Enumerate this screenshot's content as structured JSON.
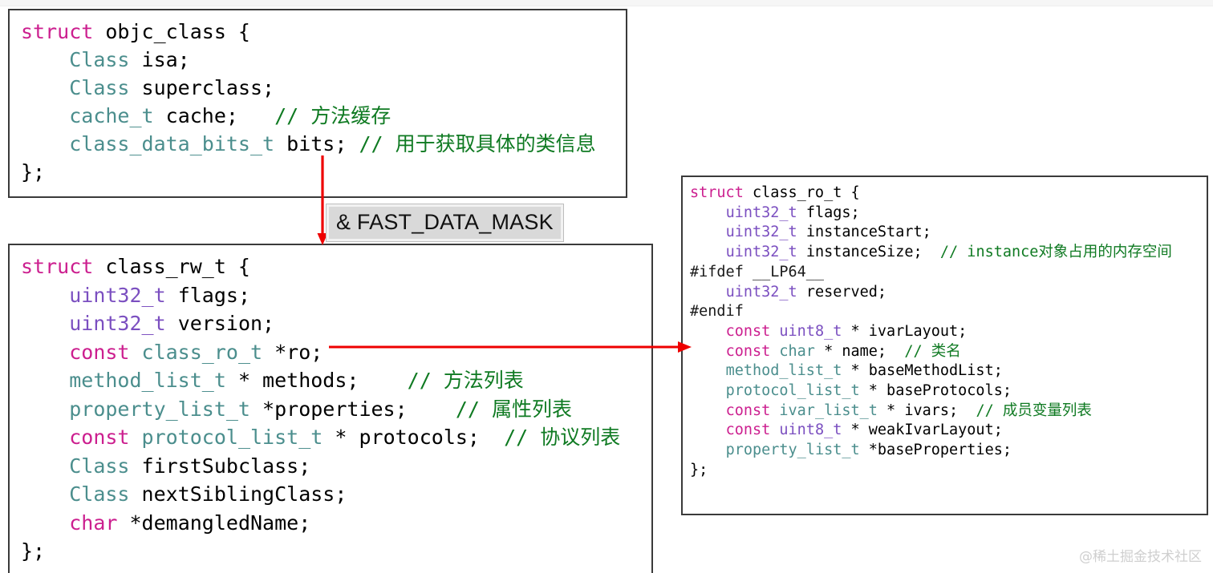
{
  "diagram": {
    "title": "objc_class / class_rw_t / class_ro_t structure relationship",
    "watermark": "@稀土掘金技术社区",
    "accent_arrow_color": "#ee0000",
    "box_border_color": "#3a3a3a",
    "colors": {
      "keyword": "#cc1f8f",
      "type": "#4b8e8d",
      "int_type": "#7b4fc0",
      "comment": "#0f7a22",
      "plain": "#000000"
    }
  },
  "mask_label": {
    "text": "& FAST_DATA_MASK",
    "background": "#d9d9d9"
  },
  "boxes": {
    "objc_class": {
      "name": "objc_class",
      "lines": [
        [
          {
            "t": "struct ",
            "c": "kw"
          },
          {
            "t": "objc_class {",
            "c": "pl"
          }
        ],
        [
          {
            "t": "    ",
            "c": "pl"
          },
          {
            "t": "Class ",
            "c": "typ"
          },
          {
            "t": "isa;",
            "c": "pl"
          }
        ],
        [
          {
            "t": "    ",
            "c": "pl"
          },
          {
            "t": "Class ",
            "c": "typ"
          },
          {
            "t": "superclass;",
            "c": "pl"
          }
        ],
        [
          {
            "t": "    ",
            "c": "pl"
          },
          {
            "t": "cache_t ",
            "c": "typ"
          },
          {
            "t": "cache;   ",
            "c": "pl"
          },
          {
            "t": "// 方法缓存",
            "c": "cm"
          }
        ],
        [
          {
            "t": "    ",
            "c": "pl"
          },
          {
            "t": "class_data_bits_t ",
            "c": "typ"
          },
          {
            "t": "bits; ",
            "c": "pl"
          },
          {
            "t": "// 用于获取具体的类信息",
            "c": "cm"
          }
        ],
        [
          {
            "t": "};",
            "c": "pl"
          }
        ]
      ]
    },
    "class_rw_t": {
      "name": "class_rw_t",
      "lines": [
        [
          {
            "t": "struct ",
            "c": "kw"
          },
          {
            "t": "class_rw_t {",
            "c": "pl"
          }
        ],
        [
          {
            "t": "    ",
            "c": "pl"
          },
          {
            "t": "uint32_t ",
            "c": "ityp"
          },
          {
            "t": "flags;",
            "c": "pl"
          }
        ],
        [
          {
            "t": "    ",
            "c": "pl"
          },
          {
            "t": "uint32_t ",
            "c": "ityp"
          },
          {
            "t": "version;",
            "c": "pl"
          }
        ],
        [
          {
            "t": "    ",
            "c": "pl"
          },
          {
            "t": "const ",
            "c": "kw"
          },
          {
            "t": "class_ro_t ",
            "c": "typ"
          },
          {
            "t": "*ro;",
            "c": "pl"
          }
        ],
        [
          {
            "t": "    ",
            "c": "pl"
          },
          {
            "t": "method_list_t ",
            "c": "typ"
          },
          {
            "t": "* methods;    ",
            "c": "pl"
          },
          {
            "t": "// 方法列表",
            "c": "cm"
          }
        ],
        [
          {
            "t": "    ",
            "c": "pl"
          },
          {
            "t": "property_list_t ",
            "c": "typ"
          },
          {
            "t": "*properties;    ",
            "c": "pl"
          },
          {
            "t": "// 属性列表",
            "c": "cm"
          }
        ],
        [
          {
            "t": "    ",
            "c": "pl"
          },
          {
            "t": "const ",
            "c": "kw"
          },
          {
            "t": "protocol_list_t ",
            "c": "typ"
          },
          {
            "t": "* protocols;  ",
            "c": "pl"
          },
          {
            "t": "// 协议列表",
            "c": "cm"
          }
        ],
        [
          {
            "t": "    ",
            "c": "pl"
          },
          {
            "t": "Class ",
            "c": "typ"
          },
          {
            "t": "firstSubclass;",
            "c": "pl"
          }
        ],
        [
          {
            "t": "    ",
            "c": "pl"
          },
          {
            "t": "Class ",
            "c": "typ"
          },
          {
            "t": "nextSiblingClass;",
            "c": "pl"
          }
        ],
        [
          {
            "t": "    ",
            "c": "pl"
          },
          {
            "t": "char ",
            "c": "kw"
          },
          {
            "t": "*demangledName;",
            "c": "pl"
          }
        ],
        [
          {
            "t": "};",
            "c": "pl"
          }
        ]
      ]
    },
    "class_ro_t": {
      "name": "class_ro_t",
      "lines": [
        [
          {
            "t": "struct ",
            "c": "kw"
          },
          {
            "t": "class_ro_t {",
            "c": "pl"
          }
        ],
        [
          {
            "t": "    ",
            "c": "pl"
          },
          {
            "t": "uint32_t ",
            "c": "ityp"
          },
          {
            "t": "flags;",
            "c": "pl"
          }
        ],
        [
          {
            "t": "    ",
            "c": "pl"
          },
          {
            "t": "uint32_t ",
            "c": "ityp"
          },
          {
            "t": "instanceStart;",
            "c": "pl"
          }
        ],
        [
          {
            "t": "    ",
            "c": "pl"
          },
          {
            "t": "uint32_t ",
            "c": "ityp"
          },
          {
            "t": "instanceSize;  ",
            "c": "pl"
          },
          {
            "t": "// instance对象占用的内存空间",
            "c": "cm"
          }
        ],
        [
          {
            "t": "#ifdef __LP64__",
            "c": "pp"
          }
        ],
        [
          {
            "t": "    ",
            "c": "pl"
          },
          {
            "t": "uint32_t ",
            "c": "ityp"
          },
          {
            "t": "reserved;",
            "c": "pl"
          }
        ],
        [
          {
            "t": "#endif",
            "c": "pp"
          }
        ],
        [
          {
            "t": "    ",
            "c": "pl"
          },
          {
            "t": "const ",
            "c": "kw"
          },
          {
            "t": "uint8_t ",
            "c": "ityp"
          },
          {
            "t": "* ivarLayout;",
            "c": "pl"
          }
        ],
        [
          {
            "t": "    ",
            "c": "pl"
          },
          {
            "t": "const ",
            "c": "kw"
          },
          {
            "t": "char ",
            "c": "typ"
          },
          {
            "t": "* name;  ",
            "c": "pl"
          },
          {
            "t": "// 类名",
            "c": "cm"
          }
        ],
        [
          {
            "t": "    ",
            "c": "pl"
          },
          {
            "t": "method_list_t ",
            "c": "typ"
          },
          {
            "t": "* baseMethodList;",
            "c": "pl"
          }
        ],
        [
          {
            "t": "    ",
            "c": "pl"
          },
          {
            "t": "protocol_list_t ",
            "c": "typ"
          },
          {
            "t": "* baseProtocols;",
            "c": "pl"
          }
        ],
        [
          {
            "t": "    ",
            "c": "pl"
          },
          {
            "t": "const ",
            "c": "kw"
          },
          {
            "t": "ivar_list_t ",
            "c": "typ"
          },
          {
            "t": "* ivars;  ",
            "c": "pl"
          },
          {
            "t": "// 成员变量列表",
            "c": "cm"
          }
        ],
        [
          {
            "t": "    ",
            "c": "pl"
          },
          {
            "t": "const ",
            "c": "kw"
          },
          {
            "t": "uint8_t ",
            "c": "ityp"
          },
          {
            "t": "* weakIvarLayout;",
            "c": "pl"
          }
        ],
        [
          {
            "t": "    ",
            "c": "pl"
          },
          {
            "t": "property_list_t ",
            "c": "typ"
          },
          {
            "t": "*baseProperties;",
            "c": "pl"
          }
        ],
        [
          {
            "t": "};",
            "c": "pl"
          }
        ]
      ]
    }
  }
}
